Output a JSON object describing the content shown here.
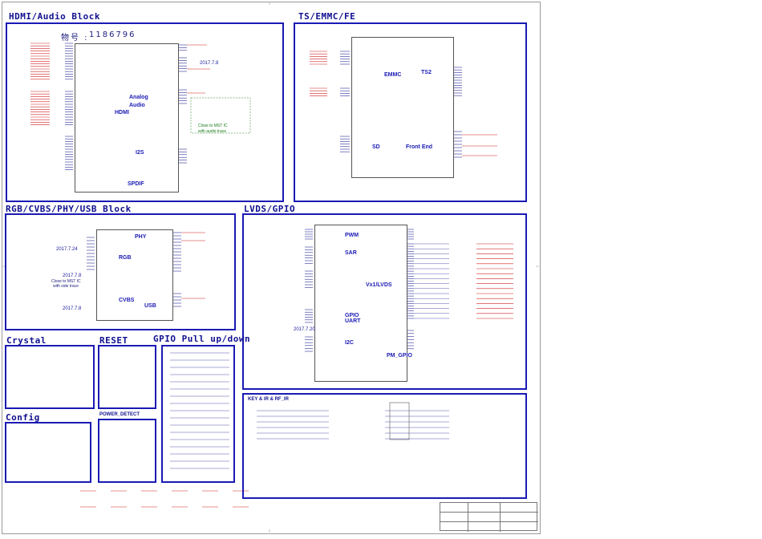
{
  "blocks": {
    "hdmi_audio": {
      "title": "HDMI/Audio Block",
      "material_no_label": "物号 :",
      "material_no": "1186796",
      "labels": {
        "analog": "Analog",
        "audio": "Audio",
        "hdmi": "HDMI",
        "i2s": "I2S",
        "spdif": "SPDIF"
      },
      "date_note": "2017.7.8",
      "green_note_1": "Close to MST IC",
      "green_note_2": "with audio trace"
    },
    "ts_emmc_fe": {
      "title": "TS/EMMC/FE",
      "labels": {
        "emmc": "EMMC",
        "ts2": "TS2",
        "sd": "SD",
        "front_end": "Front End"
      }
    },
    "rgb_cvbs": {
      "title": "RGB/CVBS/PHY/USB Block",
      "labels": {
        "phy": "PHY",
        "rgb": "RGB",
        "cvbs": "CVBS",
        "usb": "USB"
      },
      "date_notes": [
        "2017.7.24",
        "2017.7.8",
        "2017.7.8"
      ],
      "green_note_1": "Close to MST IC",
      "green_note_2": "with side trace"
    },
    "lvds_gpio": {
      "title": "LVDS/GPIO",
      "labels": {
        "pwm": "PWM",
        "sar": "SAR",
        "vx1_lvds": "Vx1/LVDS",
        "gpio_uart_1": "GPIO",
        "gpio_uart_2": "UART",
        "i2c": "I2C",
        "pm_gpio": "PM_GPIO"
      },
      "date_note": "2017.7.20"
    },
    "crystal": {
      "title": "Crystal"
    },
    "reset": {
      "title": "RESET"
    },
    "gpio_pull": {
      "title": "GPIO Pull up/down"
    },
    "config": {
      "title": "Config"
    },
    "power_detect": {
      "title": "POWER_DETECT"
    },
    "key_ir_rf": {
      "title": "KEY & IR & RF_IR"
    }
  },
  "colors": {
    "block_border": "#1a1ab4",
    "title_text": "#101090",
    "net_red": "#d02020",
    "wire": "#2a2a9a",
    "note_green": "#1a7a1a"
  }
}
